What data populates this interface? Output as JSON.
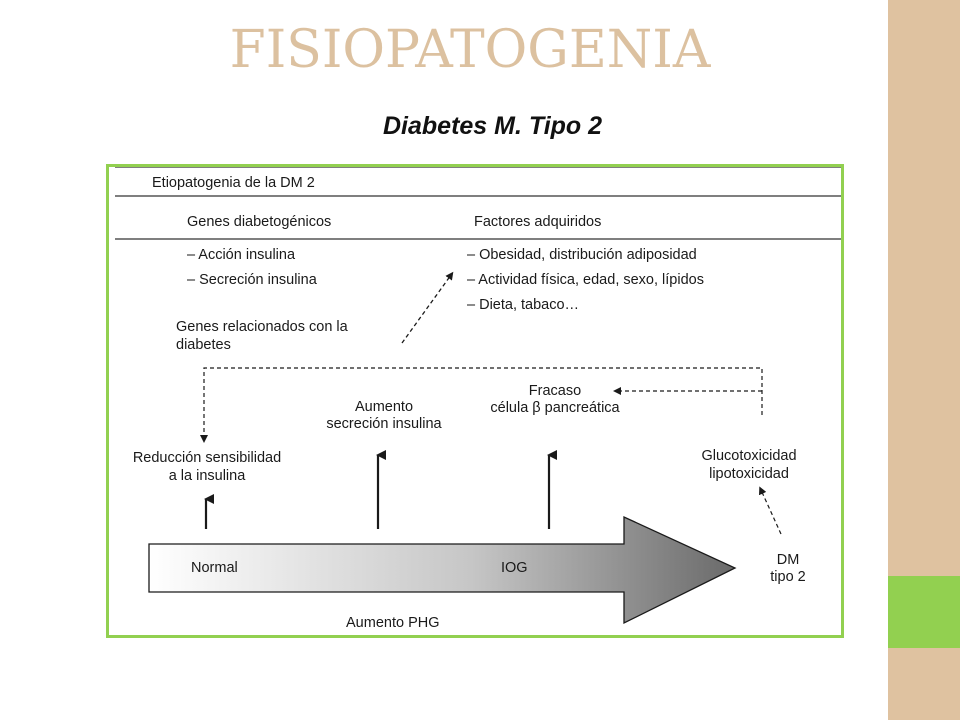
{
  "slide": {
    "title": "FISIOPATOGENIA",
    "subtitle": "Diabetes M. Tipo 2",
    "colors": {
      "title": "#DCC1A0",
      "sidebar": "#DFC2A0",
      "accent": "#92D050"
    }
  },
  "diagram": {
    "header": "Etiopatogenia de la DM 2",
    "genes_heading": "Genes diabetogénicos",
    "genes_items": [
      "– Acción insulina",
      "– Secreción insulina"
    ],
    "factors_heading": "Factores adquiridos",
    "factors_items": [
      "– Obesidad, distribución adiposidad",
      "– Actividad física, edad, sexo, lípidos",
      "– Dieta, tabaco…"
    ],
    "related_genes": [
      "Genes relacionados con la",
      "diabetes"
    ],
    "reduction": [
      "Reducción sensibilidad",
      "a la insulina"
    ],
    "increase_secretion": [
      "Aumento",
      "secreción insulina"
    ],
    "failure": [
      "Fracaso",
      "célula β pancreática"
    ],
    "glucotox": [
      "Glucotoxicidad",
      "lipotoxicidad"
    ],
    "arrow_normal": "Normal",
    "arrow_iog": "IOG",
    "dm": [
      "DM",
      "tipo 2"
    ],
    "bottom": "Aumento PHG"
  }
}
